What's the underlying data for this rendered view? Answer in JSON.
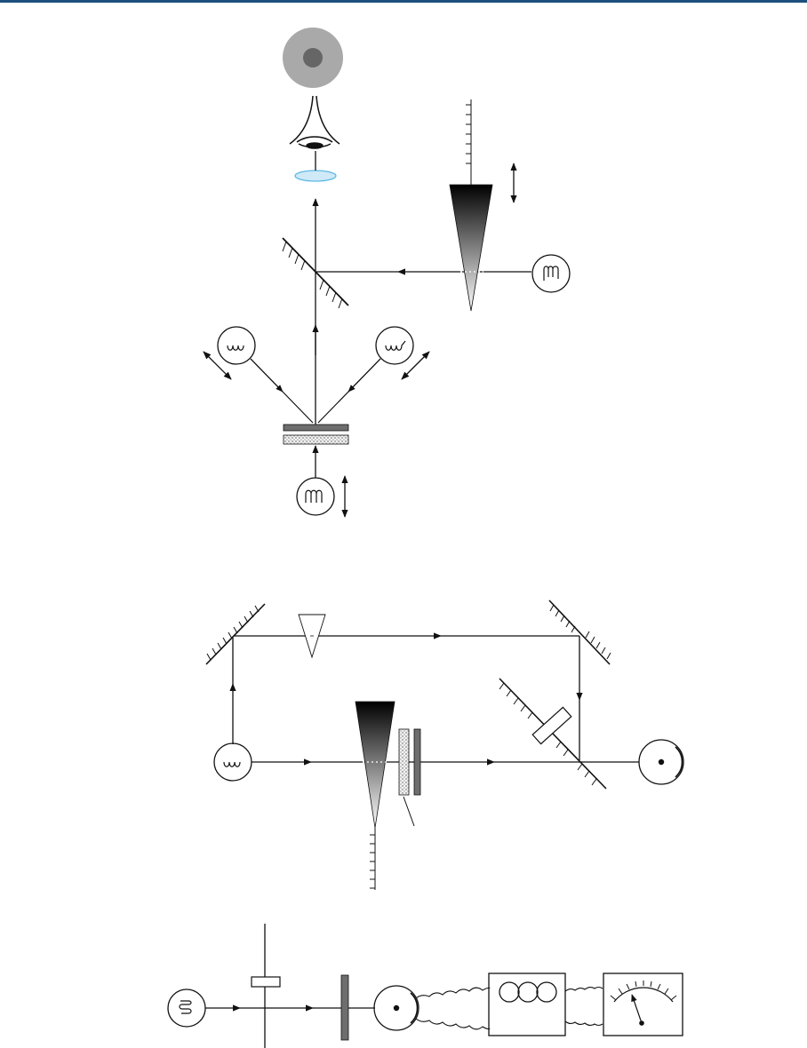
{
  "colors": {
    "header_rule": "#1d4f7c",
    "ink": "#111111",
    "filter_gray": "#6e6e6e",
    "lens_fill": "#cfe9f7",
    "lens_stroke": "#5bb8e6",
    "target_outer": "#a9a9a9",
    "target_inner": "#666666"
  },
  "icons": {
    "lamp": "lamp-filament-icon",
    "eye": "eye-icon",
    "detector": "photocell-icon",
    "meter": "galvanometer-icon",
    "amplifier": "amplifier-icon",
    "wedge": "gray-wedge-icon",
    "mirror": "hatched-mirror-icon"
  },
  "diagrams": [
    {
      "id": "visual-comparison-setup"
    },
    {
      "id": "dual-beam-photoelectric-setup"
    },
    {
      "id": "single-beam-photoelectric-setup"
    }
  ]
}
